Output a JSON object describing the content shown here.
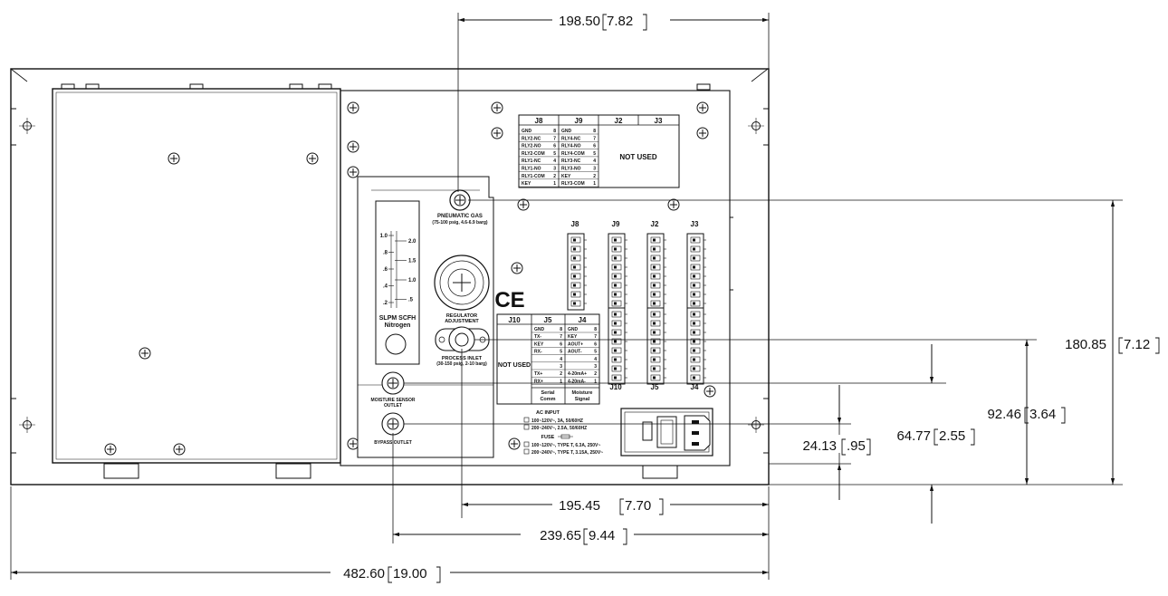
{
  "dimensions": {
    "d1": {
      "mm": "198.50",
      "in": "7.82"
    },
    "d2": {
      "mm": "195.45",
      "in": "7.70"
    },
    "d3": {
      "mm": "239.65",
      "in": "9.44"
    },
    "d4": {
      "mm": "482.60",
      "in": "19.00"
    },
    "d5": {
      "mm": "180.85",
      "in": "7.12"
    },
    "d6": {
      "mm": "92.46",
      "in": "3.64"
    },
    "d7": {
      "mm": "64.77",
      "in": "2.55"
    },
    "d8": {
      "mm": "24.13",
      "in": ".95"
    }
  },
  "top_table": {
    "headers": [
      "J8",
      "J9",
      "J2",
      "J3"
    ],
    "j8_rows": [
      [
        "GND",
        "8"
      ],
      [
        "RLY2-NC",
        "7"
      ],
      [
        "RLY2-NO",
        "6"
      ],
      [
        "RLY2-COM",
        "5"
      ],
      [
        "RLY1-NC",
        "4"
      ],
      [
        "RLY1-NO",
        "3"
      ],
      [
        "RLY1-COM",
        "2"
      ],
      [
        "KEY",
        "1"
      ]
    ],
    "j9_rows": [
      [
        "GND",
        "8"
      ],
      [
        "RLY4-NC",
        "7"
      ],
      [
        "RLY4-NO",
        "6"
      ],
      [
        "RLY4-COM",
        "5"
      ],
      [
        "RLY3-NC",
        "4"
      ],
      [
        "RLY3-NO",
        "3"
      ],
      [
        "KEY",
        "2"
      ],
      [
        "RLY3-COM",
        "1"
      ]
    ],
    "not_used": "NOT USED"
  },
  "connectors": {
    "top_labels": [
      "J8",
      "J9",
      "J2",
      "J3"
    ],
    "bottom_labels": [
      "J10",
      "J5",
      "J4"
    ]
  },
  "lower_table": {
    "headers": [
      "J10",
      "J5",
      "J4"
    ],
    "j5_rows": [
      [
        "GND",
        "8"
      ],
      [
        "TX-",
        "7"
      ],
      [
        "KEY",
        "6"
      ],
      [
        "RX-",
        "5"
      ],
      [
        "",
        "4"
      ],
      [
        "",
        "3"
      ],
      [
        "TX+",
        "2"
      ],
      [
        "RX+",
        "1"
      ]
    ],
    "j4_rows": [
      [
        "GND",
        "8"
      ],
      [
        "KEY",
        "7"
      ],
      [
        "AOUT+",
        "6"
      ],
      [
        "AOUT-",
        "5"
      ],
      [
        "",
        "4"
      ],
      [
        "",
        "3"
      ],
      [
        "4-20mA+",
        "2"
      ],
      [
        "4-20mA-",
        "1"
      ]
    ],
    "j5_caption": [
      "Serial",
      "Comm"
    ],
    "j4_caption": [
      "Moisture",
      "Signal"
    ],
    "not_used": "NOT USED"
  },
  "labels": {
    "flowmeter_top": "SLPM SCFH",
    "flowmeter_gas": "Nitrogen",
    "scale_left": [
      "1.0",
      ".8",
      ".6",
      ".4",
      ".2"
    ],
    "scale_right": [
      "2.0",
      "1.5",
      "1.0",
      ".5"
    ],
    "pneumatic_gas": "PNEUMATIC GAS",
    "pneumatic_gas_spec": "(75-100 psig, 4.6-6.9 barg)",
    "regulator_1": "REGULATOR",
    "regulator_2": "ADJUSTMENT",
    "process_inlet": "PROCESS INLET",
    "process_inlet_spec": "(30-150 psig, 2-10 barg)",
    "moisture_1": "MOISTURE SENSOR",
    "moisture_2": "OUTLET",
    "bypass": "BYPASS OUTLET",
    "ce_mark": "CE",
    "ac_input": "AC INPUT",
    "ac_1": "100~120V~, 3A, 50/60HZ",
    "ac_2": "200~240V~, 2.5A, 50/60HZ",
    "fuse": "FUSE",
    "fuse_1": "100~120V~, TYPE T, 6.3A, 250V~",
    "fuse_2": "200~240V~, TYPE T, 3.15A, 250V~"
  }
}
